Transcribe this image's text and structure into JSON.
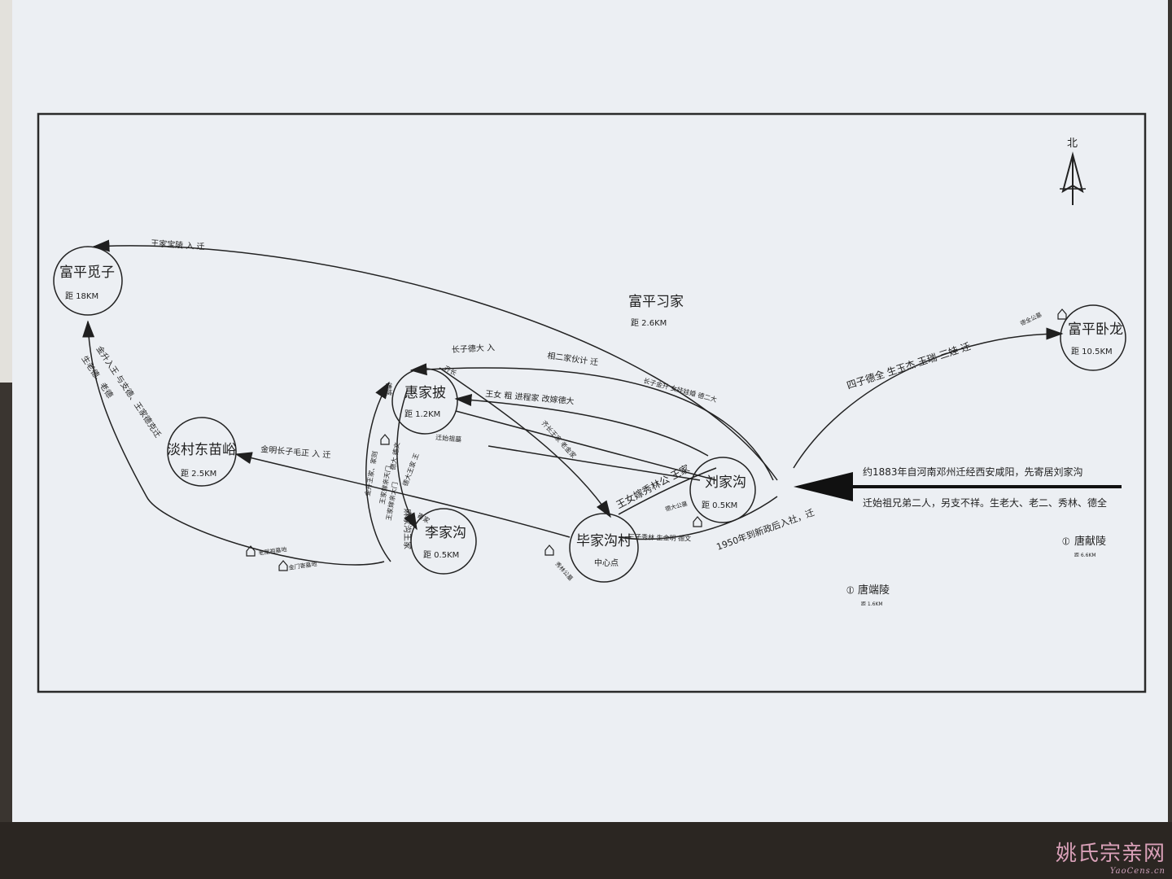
{
  "north": "北",
  "nodes": {
    "fuping_mizi": {
      "name": "富平觅子",
      "dist": "距  18KM"
    },
    "fuping_xijia": {
      "name": "富平习家",
      "dist": "距  2.6KM"
    },
    "fuping_wolong": {
      "name": "富平卧龙",
      "dist": "距  10.5KM"
    },
    "huijiapo": {
      "name": "惠家披",
      "dist": "距  1.2KM"
    },
    "tancun": {
      "name": "淡村东苗峪",
      "dist": "距  2.5KM"
    },
    "lijiagou": {
      "name": "李家沟",
      "dist": "距  0.5KM"
    },
    "bijiagoucun": {
      "name": "毕家沟村",
      "sub": "中心点"
    },
    "liujiagou": {
      "name": "刘家沟",
      "dist": "距  0.5KM"
    }
  },
  "tombs": {
    "tangxianling": {
      "name": "唐献陵",
      "dist": "距  6.6KM"
    },
    "tangduanling": {
      "name": "唐端陵",
      "dist": "距  1.6KM"
    }
  },
  "origin": {
    "line1": "约1883年自河南邓州迁经西安咸阳，先寄居刘家沟",
    "line2": "迁始祖兄弟二人，另支不祥。生老大、老二、秀林、德全"
  },
  "labels": {
    "mizi_route": "王家宝陵   入   迁",
    "wolong_route": "四子德全   生玉杰   玉瑞   三娃   迁",
    "wolong_small": "德全公墓",
    "huijia_top": "长子德大    入",
    "xijia_mid": "相二家伙计      迁",
    "eldest": "长子金升  女娃娃婚  德二大",
    "daughter": "王女    粗    进程家    改嫁德大",
    "migrate_note": "迁始祖墓",
    "tancun_route": "金明长子毛正    入    迁",
    "mizi_left1": "金升入王    与支德、王家德克迁",
    "mizi_left2": "生老德、老德",
    "xiulin": "王女嫁秀林公    王家",
    "bijia_route": "1950年到新政后入社，迁",
    "bijia_sons": "三子秀林        生金明  德文",
    "deda_tomb": "德大公墓",
    "xiulin_tomb": "秀林公墓",
    "center_diag": "齐长王家    老金家",
    "qichang": "齐长",
    "lijia_vert": "麻家沟王家",
    "v1": "金升王家、家则",
    "v2": "王家嫁亲天门",
    "v3": "德大  德文",
    "v4": "王家嫁亲大门",
    "v5": "德大王家  王",
    "v6": "寄家",
    "v7": "德嫁",
    "tomb_a": "老屋祖墓地",
    "tomb_b": "金门寄墓地"
  },
  "watermark": {
    "main": "姚氏宗亲网",
    "sub": "YaoCens.cn"
  }
}
